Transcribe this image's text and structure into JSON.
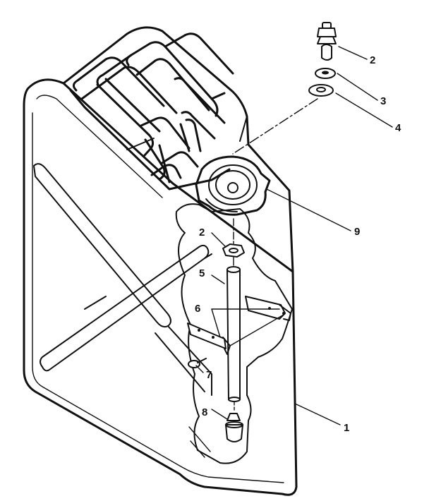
{
  "diagram": {
    "callouts": [
      {
        "id": "c2a",
        "label": "2"
      },
      {
        "id": "c3",
        "label": "3"
      },
      {
        "id": "c4",
        "label": "4"
      },
      {
        "id": "c9",
        "label": "9"
      },
      {
        "id": "c2b",
        "label": "2"
      },
      {
        "id": "c5",
        "label": "5"
      },
      {
        "id": "c6",
        "label": "6"
      },
      {
        "id": "c7",
        "label": "7"
      },
      {
        "id": "c8",
        "label": "8"
      },
      {
        "id": "c1",
        "label": "1"
      }
    ],
    "colors": {
      "ink": "#111111",
      "paper": "#ffffff"
    }
  }
}
